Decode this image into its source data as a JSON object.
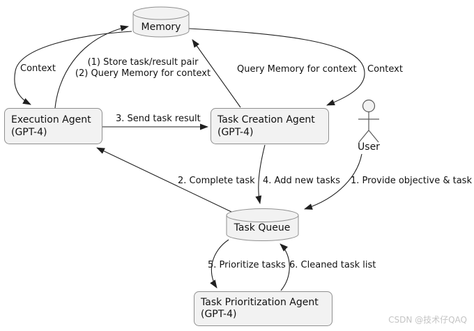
{
  "diagram": {
    "nodes": {
      "memory": {
        "type": "cylinder",
        "label": "Memory"
      },
      "execution_agent": {
        "type": "box",
        "label": "Execution Agent",
        "sublabel": "(GPT-4)"
      },
      "task_creation_agent": {
        "type": "box",
        "label": "Task Creation Agent",
        "sublabel": "(GPT-4)"
      },
      "user": {
        "type": "actor",
        "label": "User"
      },
      "task_queue": {
        "type": "cylinder",
        "label": "Task Queue"
      },
      "task_prioritization_agent": {
        "type": "box",
        "label": "Task Prioritization Agent",
        "sublabel": "(GPT-4)"
      }
    },
    "edges": {
      "memory_to_execution": {
        "from": "Memory",
        "to": "Execution Agent (GPT-4)",
        "label": "Context"
      },
      "execution_to_memory": {
        "from": "Execution Agent (GPT-4)",
        "to": "Memory",
        "label_line1": "(1) Store task/result pair",
        "label_line2": "(2) Query Memory for context"
      },
      "task_creation_to_memory": {
        "from": "Task Creation Agent (GPT-4)",
        "to": "Memory",
        "label": "Query Memory for context"
      },
      "memory_to_task_creation": {
        "from": "Memory",
        "to": "Task Creation Agent (GPT-4)",
        "label": "Context"
      },
      "execution_to_task_creation": {
        "from": "Execution Agent (GPT-4)",
        "to": "Task Creation Agent (GPT-4)",
        "label": "3. Send task result"
      },
      "task_queue_to_execution": {
        "from": "Task Queue",
        "to": "Execution Agent (GPT-4)",
        "label": "2. Complete task"
      },
      "task_creation_to_task_queue": {
        "from": "Task Creation Agent (GPT-4)",
        "to": "Task Queue",
        "label": "4. Add new tasks"
      },
      "user_to_task_queue": {
        "from": "User",
        "to": "Task Queue",
        "label": "1. Provide objective & task"
      },
      "task_queue_to_prioritization": {
        "from": "Task Queue",
        "to": "Task Prioritization Agent (GPT-4)",
        "label": "5. Prioritize tasks"
      },
      "prioritization_to_task_queue": {
        "from": "Task Prioritization Agent (GPT-4)",
        "to": "Task Queue",
        "label": "6. Cleaned task list"
      }
    },
    "watermark": "CSDN @技术仔QAQ"
  },
  "colors": {
    "node_fill": "#f2f2f2",
    "node_border": "#8f8f8f",
    "line": "#1f1f1f",
    "text": "#111111",
    "actor": "#5a5a5a",
    "watermark": "#c4c4c4"
  }
}
